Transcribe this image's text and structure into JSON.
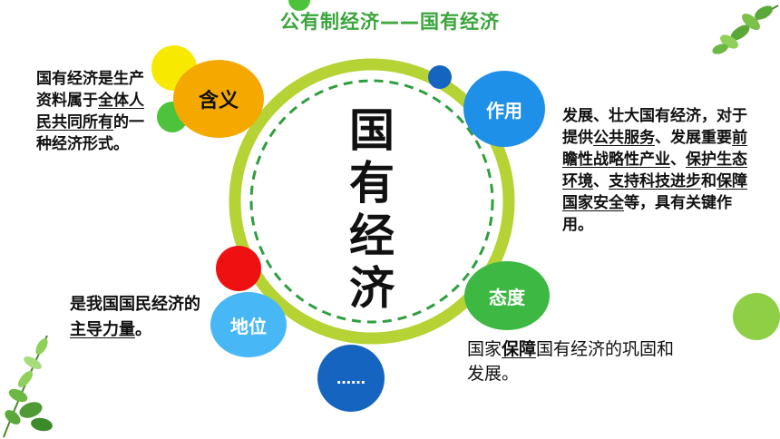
{
  "title": "公有制经济——国有经济",
  "center": {
    "chars": [
      "国",
      "有",
      "经",
      "济"
    ]
  },
  "nodes": {
    "meaning": {
      "label": "含义"
    },
    "function": {
      "label": "作用"
    },
    "status": {
      "label": "地位"
    },
    "attitude": {
      "label": "态度"
    },
    "more": {
      "label": "……"
    }
  },
  "descriptions": {
    "meaning": [
      {
        "t": "国有经济是生"
      },
      {
        "t": "产资料属于"
      },
      {
        "t": "全",
        "u": true
      },
      {
        "t": "体人民共同所",
        "u": true
      },
      {
        "t": "有",
        "u": true
      },
      {
        "t": "的一种经济"
      },
      {
        "t": "形式。"
      }
    ],
    "function": [
      {
        "t": "发展、壮大国有经济，"
      },
      {
        "t": "对于提供"
      },
      {
        "t": "公共服务",
        "u": true
      },
      {
        "t": "、"
      },
      {
        "t": "发展重要"
      },
      {
        "t": "前瞻性战略",
        "u": true
      },
      {
        "t": "性产业",
        "u": true
      },
      {
        "t": "、"
      },
      {
        "t": "保护生态环",
        "u": true
      },
      {
        "t": "境",
        "u": true
      },
      {
        "t": "、"
      },
      {
        "t": "支持科技进步",
        "u": true
      },
      {
        "t": "和"
      },
      {
        "t": "保障国家安全",
        "u": true
      },
      {
        "t": "等，具"
      },
      {
        "t": "有关键作用。"
      }
    ],
    "status": [
      {
        "t": "是我国国民经"
      },
      {
        "t": "济的"
      },
      {
        "t": "主导力量",
        "u": true
      },
      {
        "t": "。"
      }
    ],
    "attitude": [
      {
        "t": "国家"
      },
      {
        "t": "保障",
        "u": true,
        "b": true
      },
      {
        "t": "国有经济的"
      },
      {
        "t": "巩固和发展。"
      }
    ]
  },
  "colors": {
    "title": "#3aa53a",
    "ring_outer": "#b5d334",
    "ring_dash": "#2e9e3e",
    "meaning": "#f5a800",
    "function": "#1e90e8",
    "status": "#47b8f5",
    "attitude": "#3cb843",
    "more": "#1565c0",
    "yellow": "#f7ea00",
    "green_small": "#4cc33b",
    "red": "#ef1111",
    "blue_small": "#1565c0",
    "light_green": "#8fcf45"
  },
  "decor": {
    "top_right": "leaf-branch-icon",
    "bottom_left": "leaf-branch-icon"
  }
}
